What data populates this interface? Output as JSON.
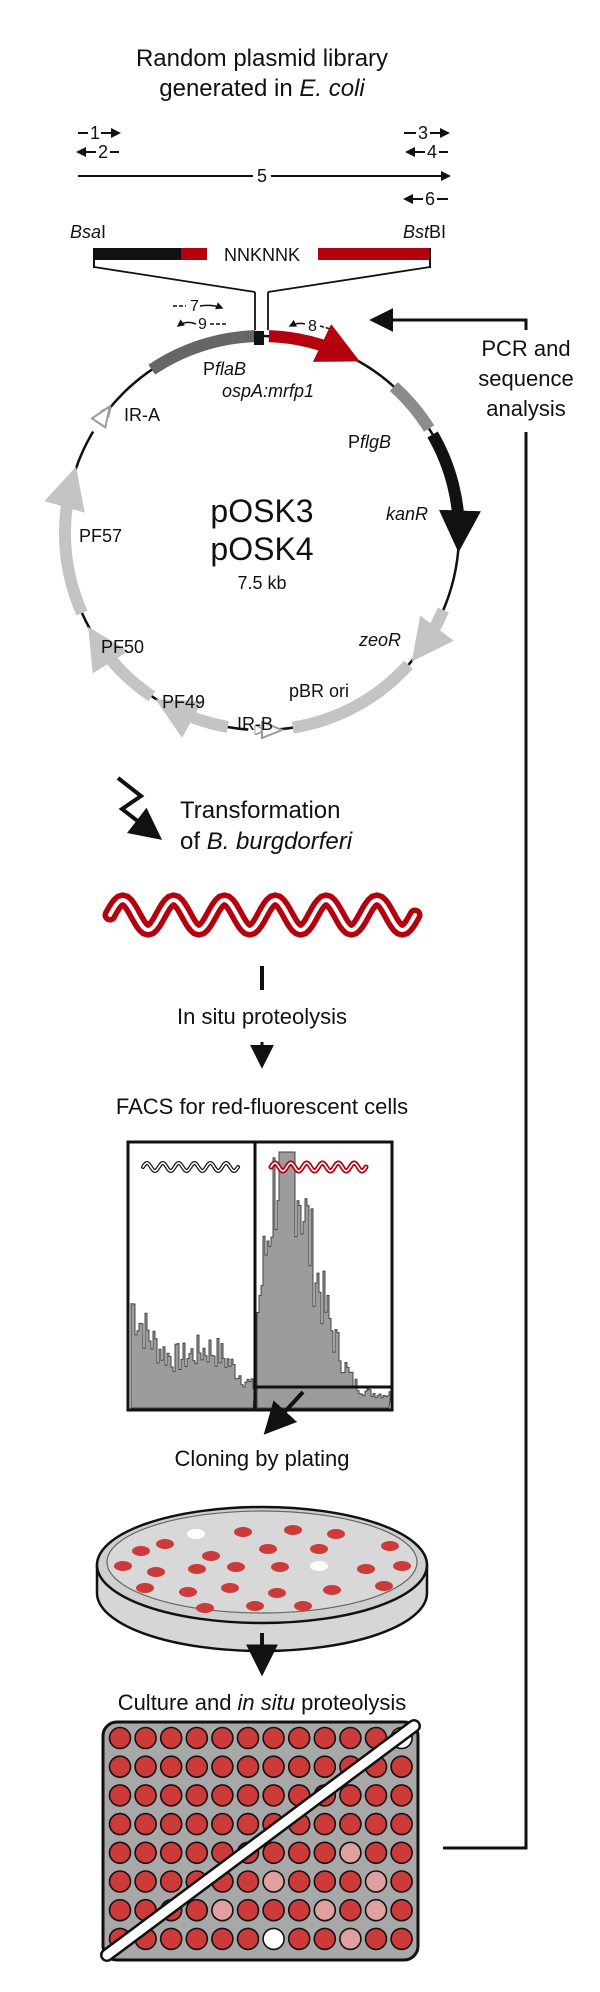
{
  "title": {
    "line1": "Random plasmid library",
    "line2_prefix": "generated in ",
    "line2_species": "E. coli"
  },
  "primers": {
    "p1": "1",
    "p2": "2",
    "p3": "3",
    "p4": "4",
    "p5": "5",
    "p6": "6",
    "p7": "7",
    "p8": "8",
    "p9": "9"
  },
  "insert": {
    "left_site_italic": "Bsa",
    "left_site_rest": "I",
    "random_seq": "NNKNNK",
    "right_site_italic": "Bst",
    "right_site_rest": "BI"
  },
  "plasmid": {
    "name1": "pOSK3",
    "name2": "pOSK4",
    "size": "7.5 kb",
    "features": {
      "pflab_p": "P",
      "pflab_gene": "flaB",
      "ospa": "ospA:mrfp1",
      "pflgb_p": "P",
      "pflgb_gene": "flgB",
      "kanr": "kanR",
      "zeor": "zeoR",
      "pbr": "pBR ori",
      "ira": "IR-A",
      "irb": "IR-B",
      "pf57": "PF57",
      "pf50": "PF50",
      "pf49": "PF49"
    }
  },
  "feedback": {
    "line1": "PCR and",
    "line2": "sequence",
    "line3": "analysis"
  },
  "steps": {
    "transformation_line1": "Transformation",
    "transformation_prefix": "of ",
    "transformation_species": "B. burgdorferi",
    "proteolysis": "In situ proteolysis",
    "facs": "FACS for red-fluorescent cells",
    "cloning": "Cloning by plating",
    "culture_prefix": "Culture and ",
    "culture_italic": "in situ",
    "culture_suffix": " proteolysis"
  },
  "colors": {
    "red": "#b5000d",
    "black": "#111111",
    "dark_gray": "#666666",
    "mid_gray": "#8c8c8c",
    "light_gray": "#c4c4c4",
    "histogram_fill": "#9c9c9c",
    "well_red": "#cc3a3a",
    "well_pink": "#e0a0a0"
  }
}
